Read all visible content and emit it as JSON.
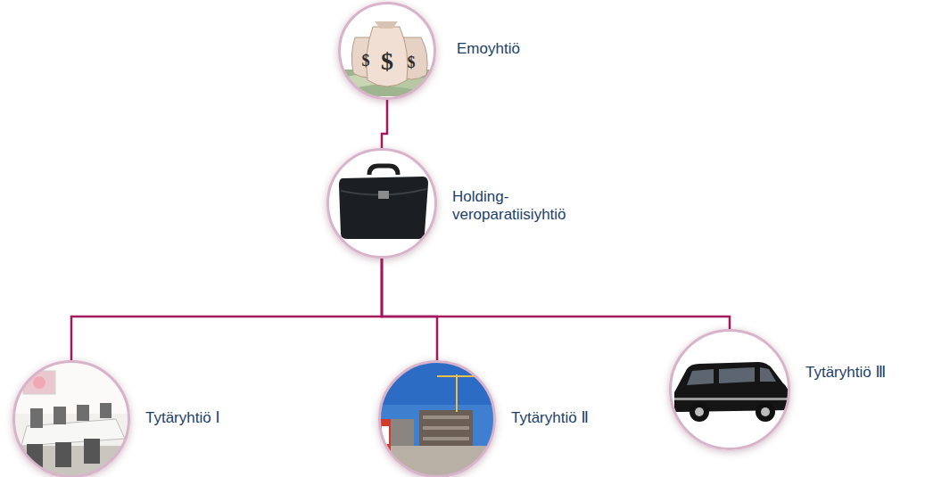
{
  "diagram": {
    "nodes": [
      {
        "text": [
          "Emoyhtiö"
        ]
      },
      {
        "text": [
          "Holding- veroparatiisiyhtiö"
        ]
      },
      {
        "text": [
          "Tytäryhtiö Ⅰ"
        ]
      },
      {
        "text": [
          "Tytäryhtiö Ⅱ"
        ]
      },
      {
        "text": [
          "Tytäryhtiö Ⅲ"
        ]
      }
    ],
    "edges": [
      {
        "from": 0,
        "to": 1,
        "arrow": "none"
      },
      {
        "from": 1,
        "to": 2,
        "arrow": "none"
      },
      {
        "from": 1,
        "to": 3,
        "arrow": "none"
      },
      {
        "from": 1,
        "to": 4,
        "arrow": "none"
      }
    ]
  }
}
